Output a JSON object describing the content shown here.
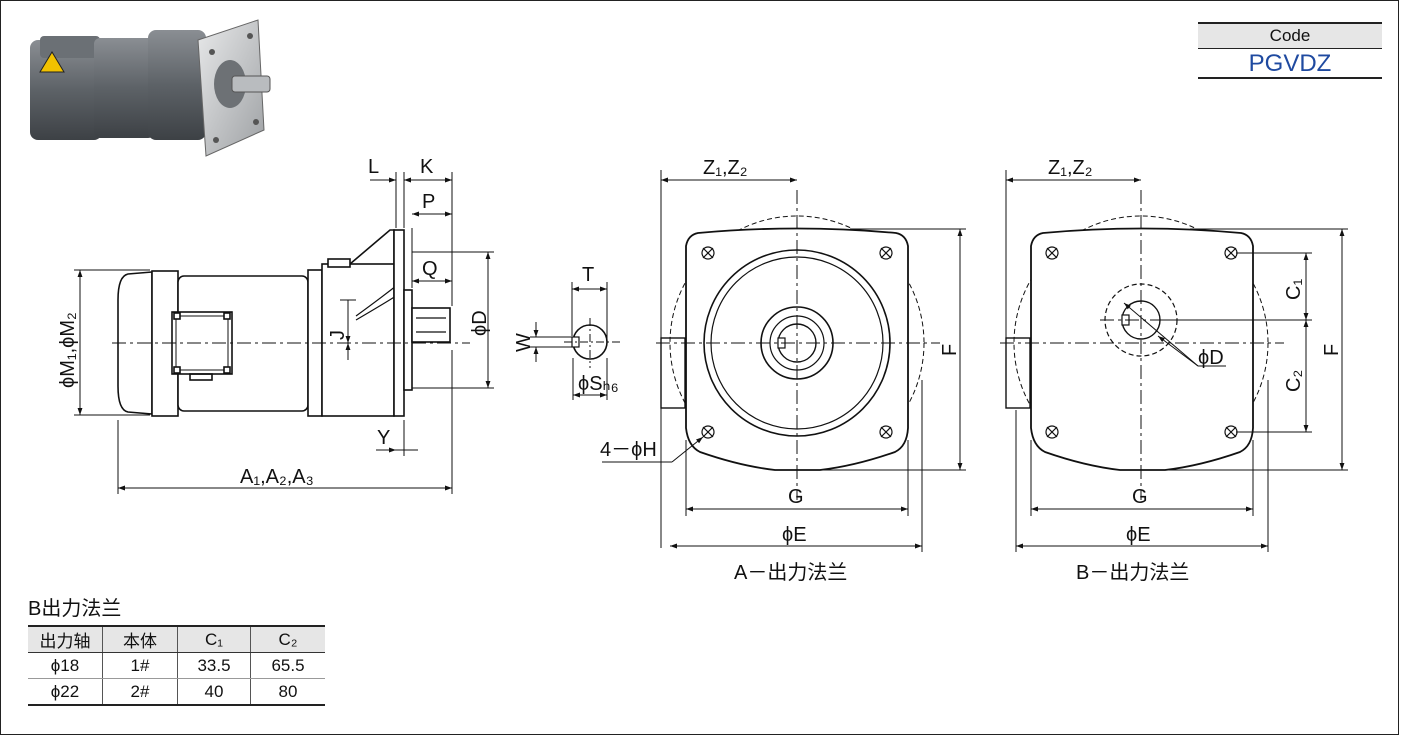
{
  "code_box": {
    "label": "Code",
    "value": "PGVDZ"
  },
  "side_view": {
    "dims": {
      "L": "L",
      "K": "K",
      "P": "P",
      "Q": "Q",
      "J": "J",
      "phiD": "ϕD",
      "Y": "Y",
      "phiM": "ϕM₁,ϕM₂",
      "A": "A₁,A₂,A₃"
    }
  },
  "shaft_section": {
    "T": "T",
    "W": "W",
    "S": "ϕSₕ₆"
  },
  "flange_a": {
    "Z": "Z₁,Z₂",
    "F": "F",
    "G": "G",
    "E": "ϕE",
    "H": "4－ϕH",
    "caption": "A－出力法兰"
  },
  "flange_b": {
    "Z": "Z₁,Z₂",
    "F": "F",
    "G": "G",
    "E": "ϕE",
    "D": "ϕD",
    "C1": "C₁",
    "C2": "C₂",
    "caption": "B－出力法兰"
  },
  "table": {
    "title": "B出力法兰",
    "headers": [
      "出力轴",
      "本体",
      "C₁",
      "C₂"
    ],
    "rows": [
      [
        "ϕ18",
        "1#",
        "33.5",
        "65.5"
      ],
      [
        "ϕ22",
        "2#",
        "40",
        "80"
      ]
    ]
  }
}
